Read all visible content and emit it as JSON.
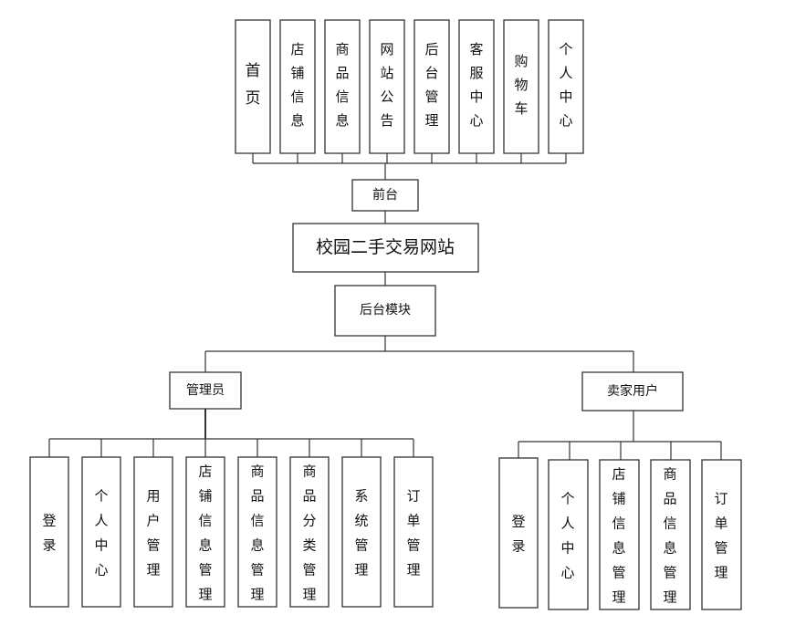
{
  "root": {
    "label": "校园二手交易网站"
  },
  "frontend": {
    "label": "前台",
    "children": [
      "首页",
      "店铺信息",
      "商品信息",
      "网站公告",
      "后台管理",
      "客服中心",
      "购物车",
      "个人中心"
    ]
  },
  "backend": {
    "label": "后台模块",
    "admin": {
      "label": "管理员",
      "children": [
        "登录",
        "个人中心",
        "用户管理",
        "店铺信息管理",
        "商品信息管理",
        "商品分类管理",
        "系统管理",
        "订单管理"
      ]
    },
    "seller": {
      "label": "卖家用户",
      "children": [
        "登录",
        "个人中心",
        "店铺信息管理",
        "商品信息管理",
        "订单管理"
      ]
    }
  }
}
